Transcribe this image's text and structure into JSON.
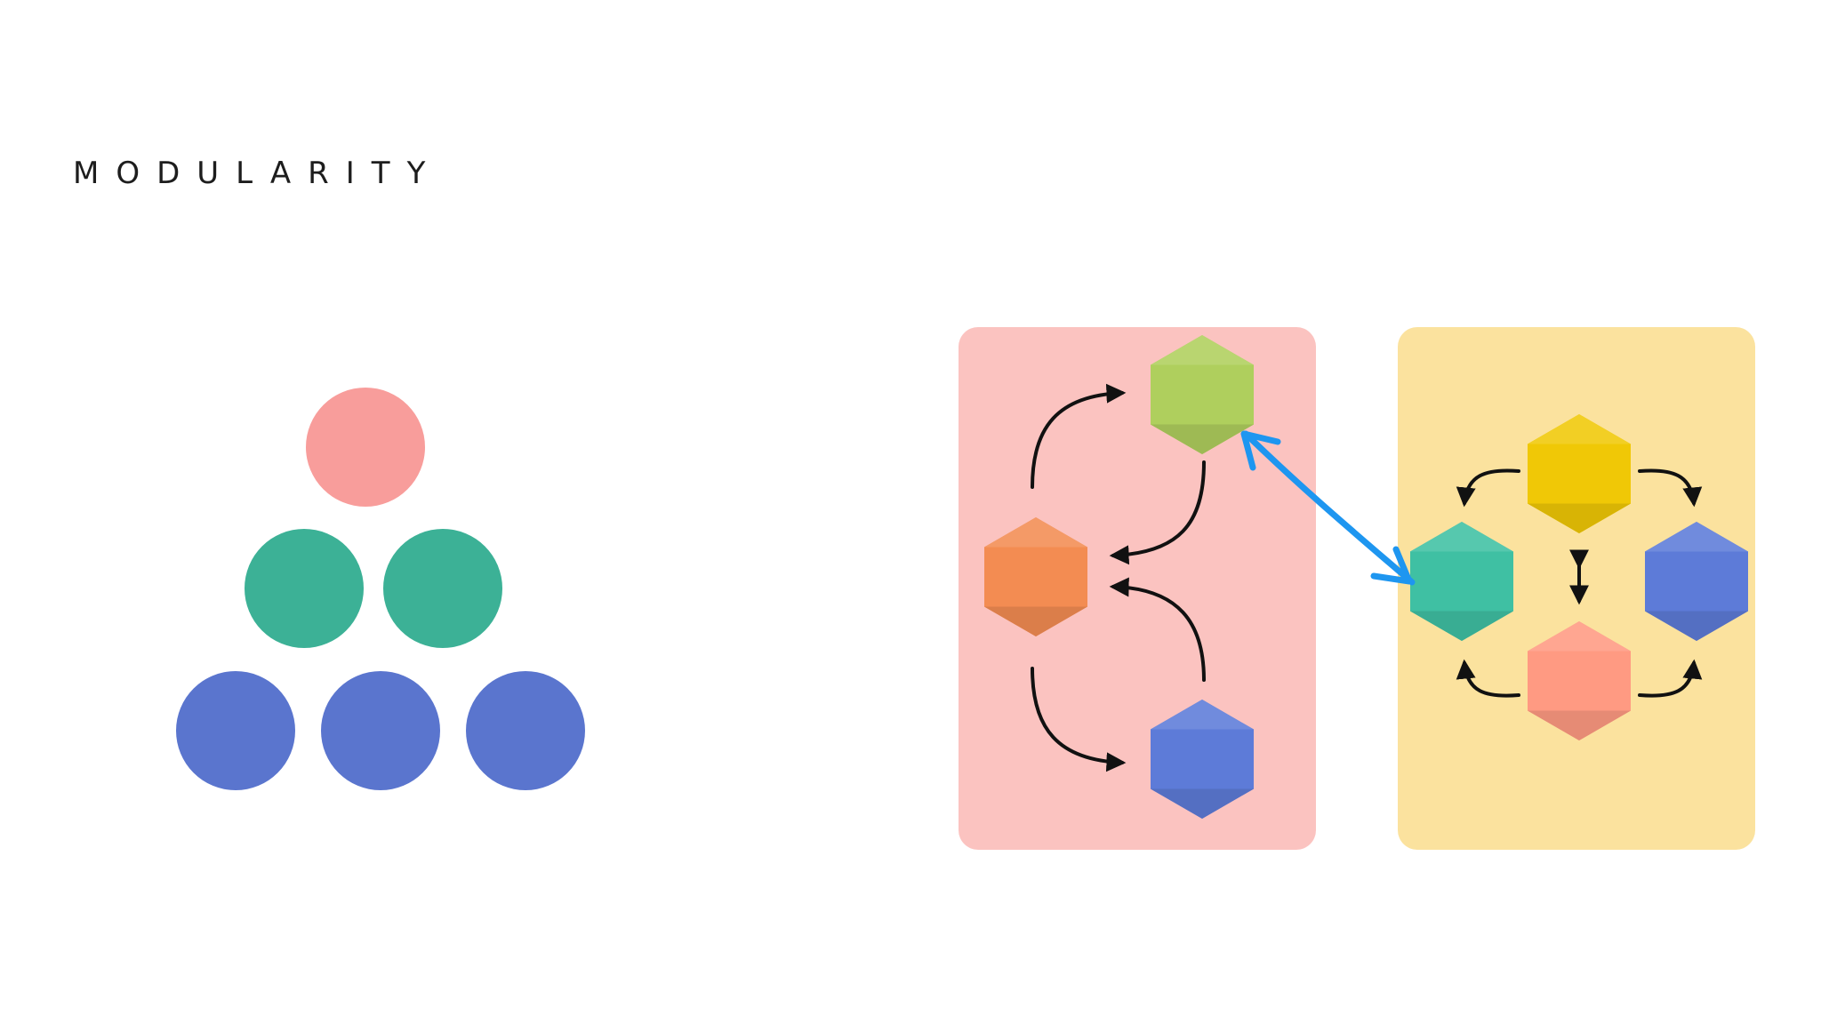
{
  "slide": {
    "title": "MODULARITY"
  },
  "colors": {
    "red": "#F89D9B",
    "teal": "#3CB196",
    "blue": "#5A75CE",
    "redPanel": "#FBC3C0",
    "yellowPanel": "#FBE29E",
    "hexGreen": "#AFCF5D",
    "hexOrange": "#F38C52",
    "hexBlue": "#5D7BD8",
    "hexYellow": "#F0C806",
    "hexTeal": "#3FC0A3",
    "hexCoral": "#FF9A82",
    "connector": "#1E96F0",
    "arrow": "#111111"
  },
  "pyramid": {
    "rows": [
      [
        "red"
      ],
      [
        "teal",
        "teal"
      ],
      [
        "blue",
        "blue",
        "blue"
      ]
    ]
  },
  "icons": {
    "moduleShape": "hexagon-icon",
    "pyramidShape": "circle-icon"
  }
}
